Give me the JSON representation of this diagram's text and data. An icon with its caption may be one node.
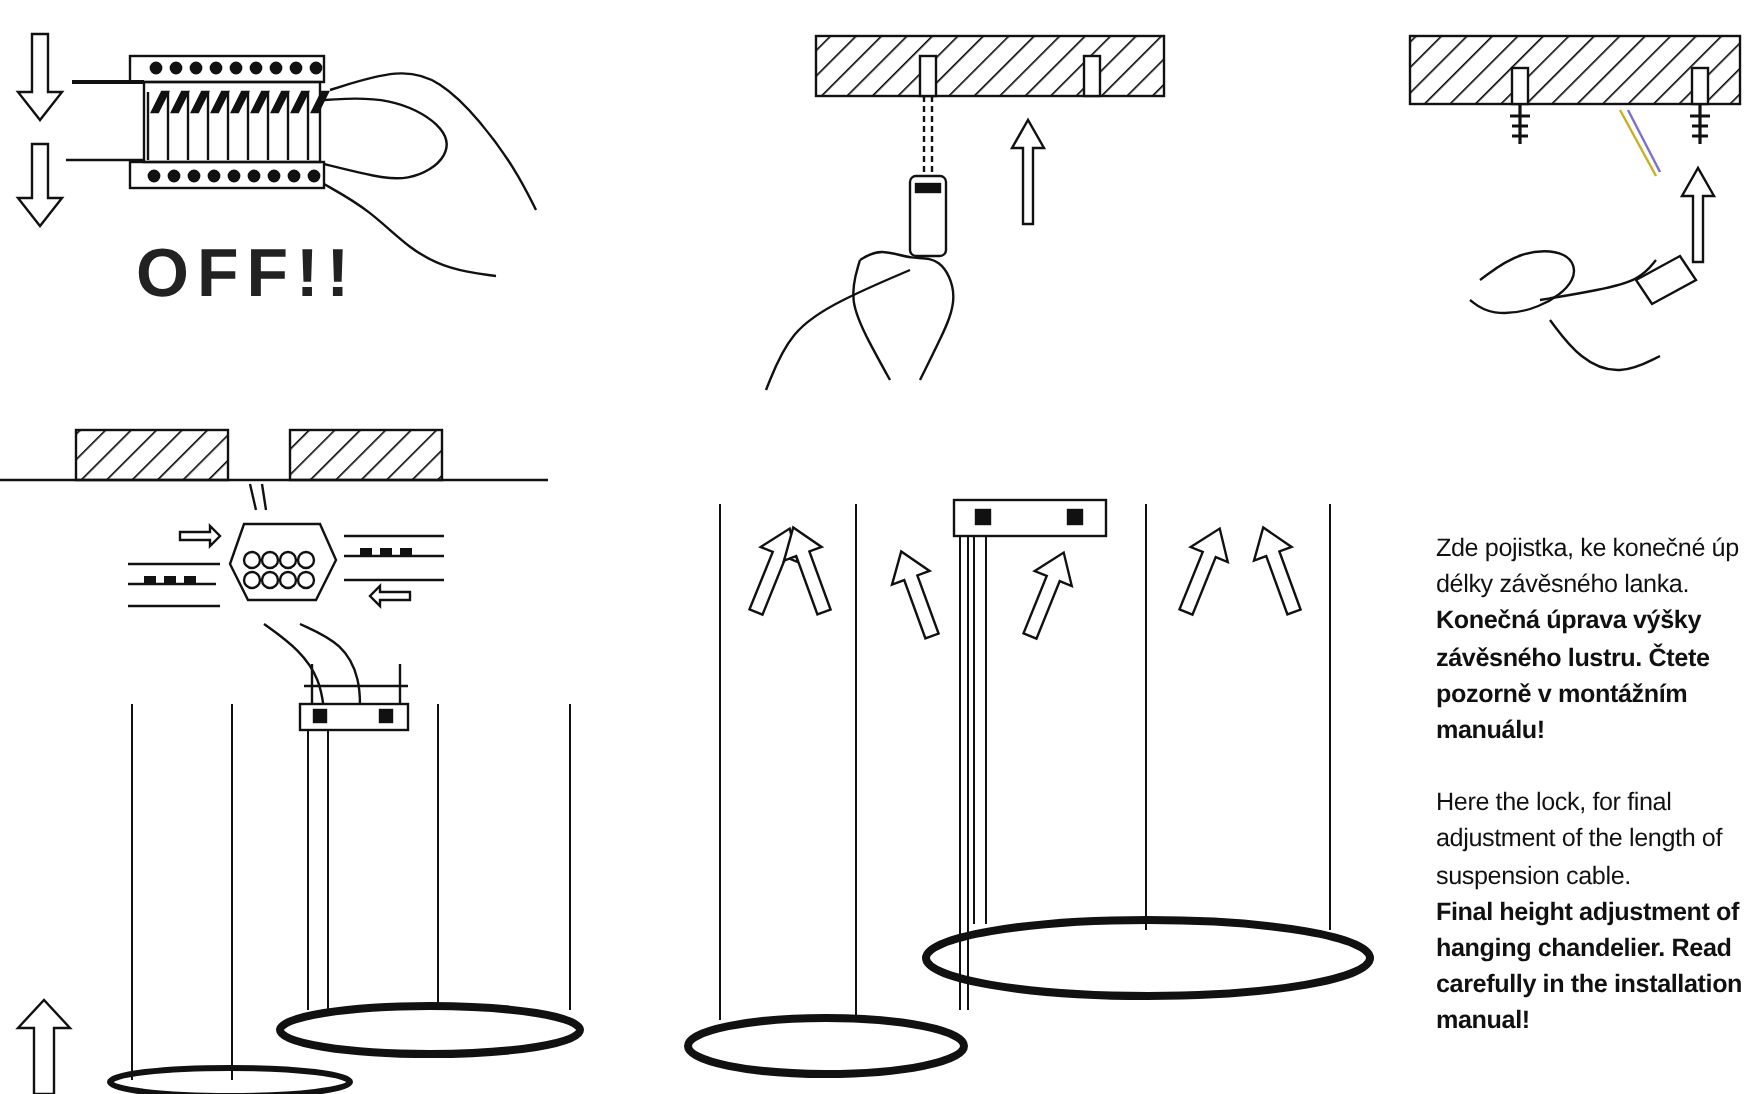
{
  "diagram": {
    "labels": [
      "OFF!!",
      "Zde pojistka, ke konečné úp délky závěsného lanka.",
      "Konečná úprava výšky závěsného lustru. Čtete pozorně v montážním manuálu!",
      "Here the lock, for final adjustment of the length of suspension cable.",
      "Final height adjustment of hanging chandelier. Read carefully in the installation manual!"
    ]
  }
}
